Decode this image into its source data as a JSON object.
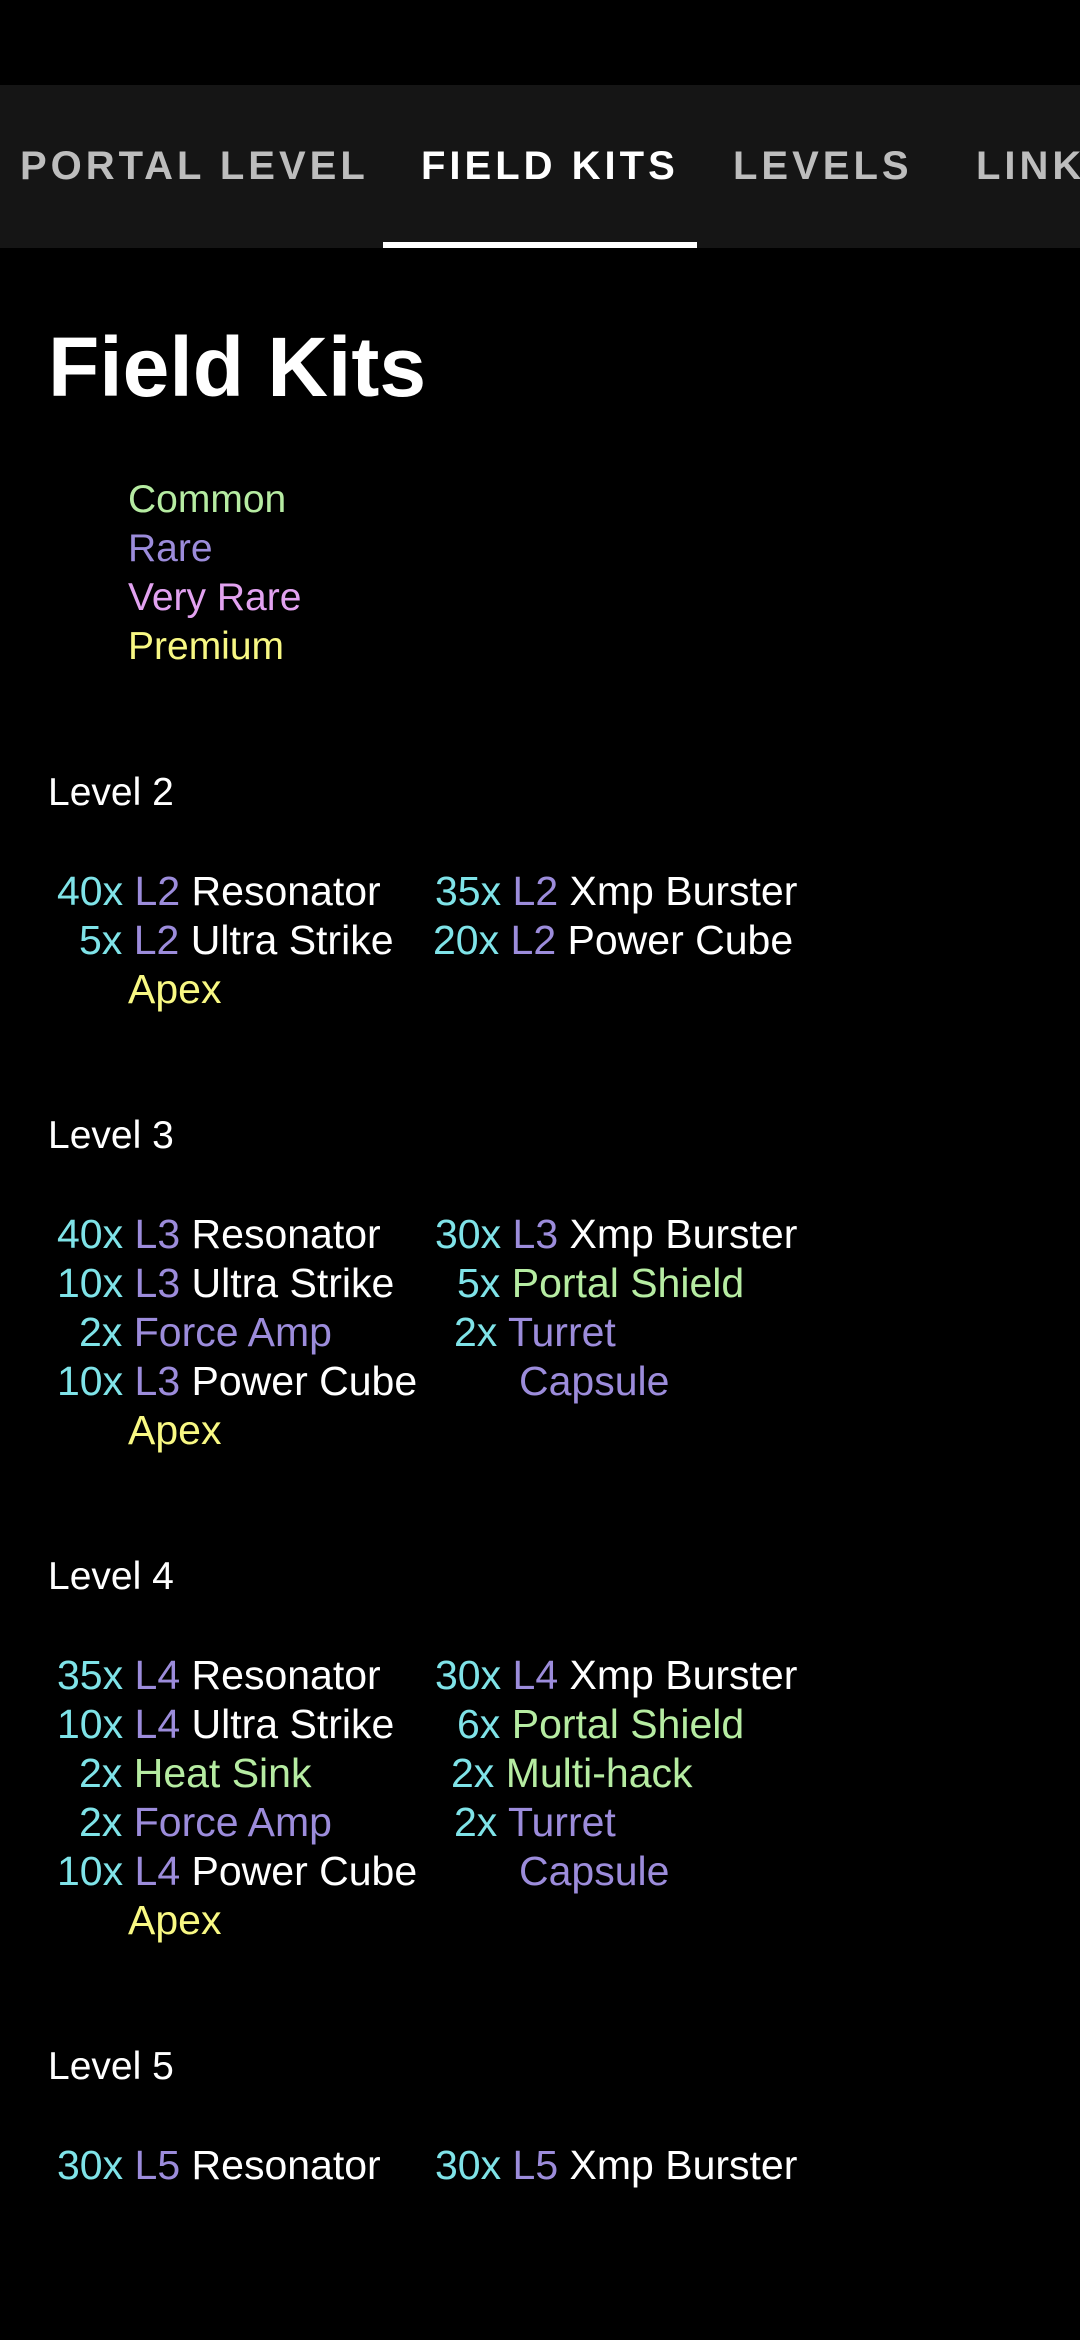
{
  "colors": {
    "common": "#b6eca2",
    "rare": "#9c8cdb",
    "very_rare": "#e2a2f0",
    "premium": "#f8f883",
    "quantity": "#7fe3e8",
    "text": "#ffffff",
    "tab_bar": "#151515"
  },
  "tabs": [
    "PORTAL LEVEL",
    "FIELD KITS",
    "LEVELS",
    "LINK"
  ],
  "active_tab": "FIELD KITS",
  "title": "Field Kits",
  "legend": {
    "common": "Common",
    "rare": "Rare",
    "very_rare": "Very Rare",
    "premium": "Premium"
  },
  "levels": [
    {
      "heading": "Level 2",
      "items": [
        {
          "qty": "40x",
          "level": "L2",
          "name": "Resonator"
        },
        {
          "qty": "35x",
          "level": "L2",
          "name": "Xmp Burster"
        },
        {
          "qty": "5x",
          "level": "L2",
          "name": "Ultra Strike"
        },
        {
          "qty": "20x",
          "level": "L2",
          "name": "Power Cube"
        },
        {
          "name": "Apex"
        }
      ]
    },
    {
      "heading": "Level 3",
      "items": [
        {
          "qty": "40x",
          "level": "L3",
          "name": "Resonator"
        },
        {
          "qty": "30x",
          "level": "L3",
          "name": "Xmp Burster"
        },
        {
          "qty": "10x",
          "level": "L3",
          "name": "Ultra Strike"
        },
        {
          "qty": "5x",
          "name": "Portal Shield"
        },
        {
          "qty": "2x",
          "name": "Force Amp"
        },
        {
          "qty": "2x",
          "name": "Turret"
        },
        {
          "qty": "10x",
          "level": "L3",
          "name": "Power Cube"
        },
        {
          "name": "Capsule"
        },
        {
          "name": "Apex"
        }
      ]
    },
    {
      "heading": "Level 4",
      "items": [
        {
          "qty": "35x",
          "level": "L4",
          "name": "Resonator"
        },
        {
          "qty": "30x",
          "level": "L4",
          "name": "Xmp Burster"
        },
        {
          "qty": "10x",
          "level": "L4",
          "name": "Ultra Strike"
        },
        {
          "qty": "6x",
          "name": "Portal Shield"
        },
        {
          "qty": "2x",
          "name": "Heat Sink"
        },
        {
          "qty": "2x",
          "name": "Multi-hack"
        },
        {
          "qty": "2x",
          "name": "Force Amp"
        },
        {
          "qty": "2x",
          "name": "Turret"
        },
        {
          "qty": "10x",
          "level": "L4",
          "name": "Power Cube"
        },
        {
          "name": "Capsule"
        },
        {
          "name": "Apex"
        }
      ]
    },
    {
      "heading": "Level 5",
      "items": [
        {
          "qty": "30x",
          "level": "L5",
          "name": "Resonator"
        },
        {
          "qty": "30x",
          "level": "L5",
          "name": "Xmp Burster"
        }
      ]
    }
  ]
}
